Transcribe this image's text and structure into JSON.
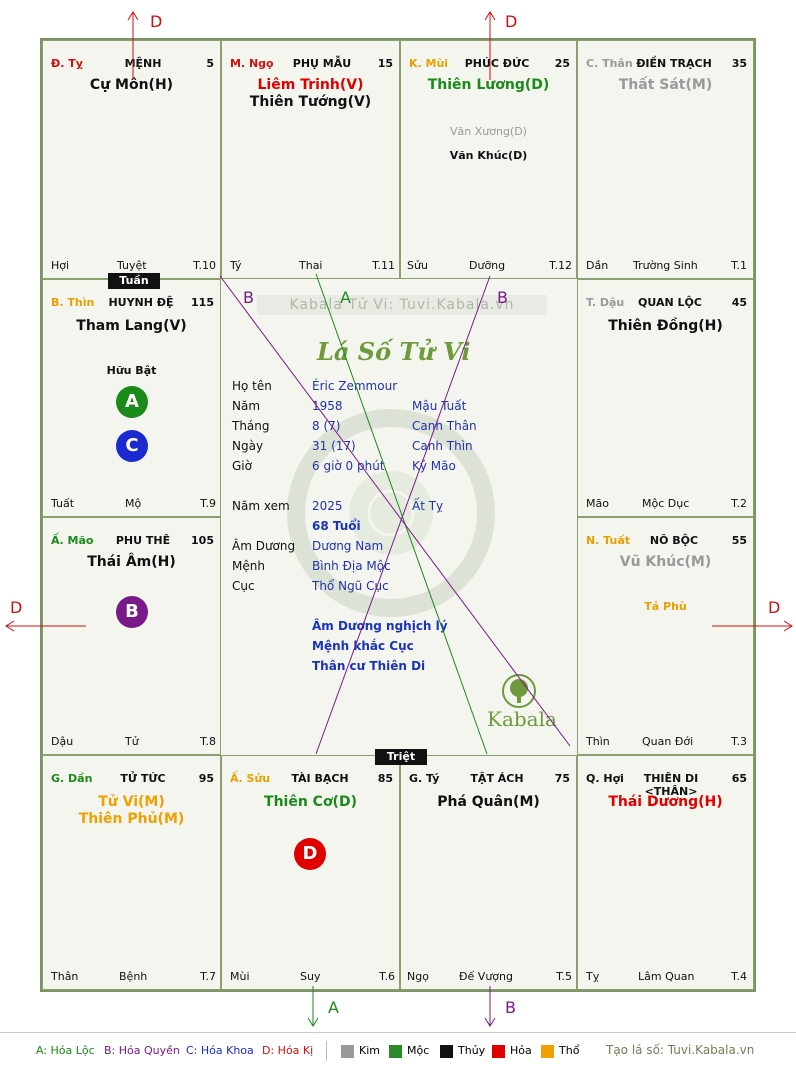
{
  "colors": {
    "kim": "#999999",
    "moc": "#2a8a2a",
    "thuy": "#111111",
    "hoa": "#e00000",
    "tho": "#f0a000",
    "hoa_loc": "#1a8a1a",
    "hoa_quyen": "#7a1a8a",
    "hoa_khoa": "#1a2ad0",
    "hoa_ki": "#d01010"
  },
  "palaces": {
    "p1": {
      "can": "Đ. Tỵ",
      "name": "MỆNH",
      "num": "5",
      "main": [
        "Cự Môn(H)"
      ],
      "minor": [],
      "foot_l": "Hợi",
      "foot_m": "Tuyệt",
      "foot_r": "T.10"
    },
    "p2": {
      "can": "M. Ngọ",
      "name": "PHỤ MẪU",
      "num": "15",
      "main": [
        "Liêm Trinh(V)",
        "Thiên Tướng(V)"
      ],
      "minor": [],
      "foot_l": "Tý",
      "foot_m": "Thai",
      "foot_r": "T.11"
    },
    "p3": {
      "can": "K. Mùi",
      "name": "PHÚC ĐỨC",
      "num": "25",
      "main": [
        "Thiên Lương(D)"
      ],
      "minor": [
        "Văn Xương(D)",
        "Văn Khúc(D)"
      ],
      "foot_l": "Sửu",
      "foot_m": "Dưỡng",
      "foot_r": "T.12"
    },
    "p4": {
      "can": "C. Thân",
      "name": "ĐIỀN TRẠCH",
      "num": "35",
      "main": [
        "Thất Sát(M)"
      ],
      "minor": [],
      "foot_l": "Dần",
      "foot_m": "Trường Sinh",
      "foot_r": "T.1"
    },
    "p5": {
      "can": "B. Thìn",
      "name": "HUYNH ĐỆ",
      "num": "115",
      "main": [
        "Tham Lang(V)"
      ],
      "minor": [
        "Hữu Bật"
      ],
      "foot_l": "Tuất",
      "foot_m": "Mộ",
      "foot_r": "T.9"
    },
    "p6": {
      "can": "T. Dậu",
      "name": "QUAN LỘC",
      "num": "45",
      "main": [
        "Thiên Đồng(H)"
      ],
      "minor": [],
      "foot_l": "Mão",
      "foot_m": "Mộc Dục",
      "foot_r": "T.2"
    },
    "p7": {
      "can": "Ấ. Mão",
      "name": "PHU THÊ",
      "num": "105",
      "main": [
        "Thái Âm(H)"
      ],
      "minor": [],
      "foot_l": "Dậu",
      "foot_m": "Tử",
      "foot_r": "T.8"
    },
    "p8": {
      "can": "N. Tuất",
      "name": "NÔ BỘC",
      "num": "55",
      "main": [
        "Vũ Khúc(M)"
      ],
      "minor": [
        "Tả Phù"
      ],
      "foot_l": "Thìn",
      "foot_m": "Quan Đới",
      "foot_r": "T.3"
    },
    "p9": {
      "can": "G. Dần",
      "name": "TỬ TỨC",
      "num": "95",
      "main": [
        "Tử Vi(M)",
        "Thiên Phủ(M)"
      ],
      "minor": [],
      "foot_l": "Thân",
      "foot_m": "Bệnh",
      "foot_r": "T.7"
    },
    "p10": {
      "can": "Ấ. Sửu",
      "name": "TÀI BẠCH",
      "num": "85",
      "main": [
        "Thiên Cơ(D)"
      ],
      "minor": [],
      "foot_l": "Mùi",
      "foot_m": "Suy",
      "foot_r": "T.6"
    },
    "p11": {
      "can": "G. Tý",
      "name": "TẬT ÁCH",
      "num": "75",
      "main": [
        "Phá Quân(M)"
      ],
      "minor": [],
      "foot_l": "Ngọ",
      "foot_m": "Đế Vượng",
      "foot_r": "T.5"
    },
    "p12": {
      "can": "Q. Hợi",
      "name": "THIÊN DI <THÂN>",
      "num": "65",
      "main": [
        "Thái Dương(H)"
      ],
      "minor": [],
      "foot_l": "Tỵ",
      "foot_m": "Lâm Quan",
      "foot_r": "T.4"
    }
  },
  "badges": {
    "a": "A",
    "b": "B",
    "c": "C",
    "d": "D"
  },
  "tags": {
    "tuan": "Tuần",
    "triet": "Triệt"
  },
  "watermark": "Kabala Tử Vi: Tuvi.Kabala.vn",
  "center": {
    "title": "Lá Số Tử Vi",
    "brand": "Kabala",
    "rows": [
      {
        "label": "Họ tên",
        "v1": "Éric Zemmour",
        "v2": ""
      },
      {
        "label": "Năm",
        "v1": "1958",
        "v2": "Mậu Tuất"
      },
      {
        "label": "Tháng",
        "v1": "8  (7)",
        "v2": "Canh Thân"
      },
      {
        "label": "Ngày",
        "v1": "31  (17)",
        "v2": "Canh Thìn"
      },
      {
        "label": "Giờ",
        "v1": "6 giờ 0 phút",
        "v2": "Kỷ Mão"
      }
    ],
    "nam_xem_label": "Năm xem",
    "nam_xem": "2025",
    "nam_xem_can": "Ất Tỵ",
    "tuoi": "68 Tuổi",
    "am_duong_label": "Âm Dương",
    "am_duong": "Dương Nam",
    "menh_label": "Mệnh",
    "menh": "Bình Địa Mộc",
    "cuc_label": "Cục",
    "cuc": "Thổ Ngũ Cục",
    "notes": [
      "Âm Dương nghịch lý",
      "Mệnh khắc Cục",
      "Thân cư Thiên Di"
    ]
  },
  "arrows": {
    "d": "D",
    "a": "A",
    "b": "B"
  },
  "legend": {
    "a": "A: Hóa Lộc",
    "b": "B: Hóa Quyền",
    "c": "C: Hóa Khoa",
    "d": "D: Hóa Kị",
    "kim": "Kim",
    "moc": "Mộc",
    "thuy": "Thủy",
    "hoa": "Hỏa",
    "tho": "Thổ",
    "site": "Tạo lá số: Tuvi.Kabala.vn"
  }
}
